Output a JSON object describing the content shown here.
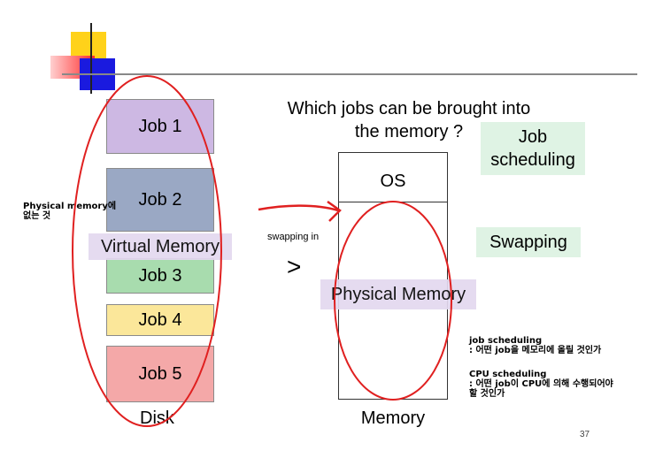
{
  "slide": {
    "question": "Which jobs can be brought into\nthe memory ?",
    "page_number": "37"
  },
  "disk": {
    "jobs": [
      "Job 1",
      "Job 2",
      "Job 3",
      "Job 4",
      "Job 5"
    ],
    "label": "Disk",
    "virtual_memory_label": "Virtual Memory",
    "note": "Physical memory에\n없는 것"
  },
  "memory": {
    "os_label": "OS",
    "physical_memory_label": "Physical Memory",
    "label": "Memory"
  },
  "transfer": {
    "swapping_in_label": "swapping in",
    "arrow_symbol": ">"
  },
  "tags": {
    "job_scheduling": "Job\nscheduling",
    "swapping": "Swapping"
  },
  "notes": {
    "job_scheduling": "job scheduling\n: 어떤 job을 메모리에 올릴 것인가",
    "cpu_scheduling": "CPU scheduling\n: 어떤 job이 CPU에 의해 수행되어야\n할 것인가"
  },
  "colors": {
    "job1": "#cdb8e3",
    "job2": "#9aa8c4",
    "job3": "#a8dcae",
    "job4": "#fbe79a",
    "job5": "#f4a8a8",
    "highlight_purple": "#e3d8ef",
    "highlight_green": "#dff3e4",
    "red_ink": "#e02020",
    "logo_yellow": "#ffd21a",
    "logo_blue": "#1a1adf",
    "logo_red": "#ff2a2a"
  }
}
